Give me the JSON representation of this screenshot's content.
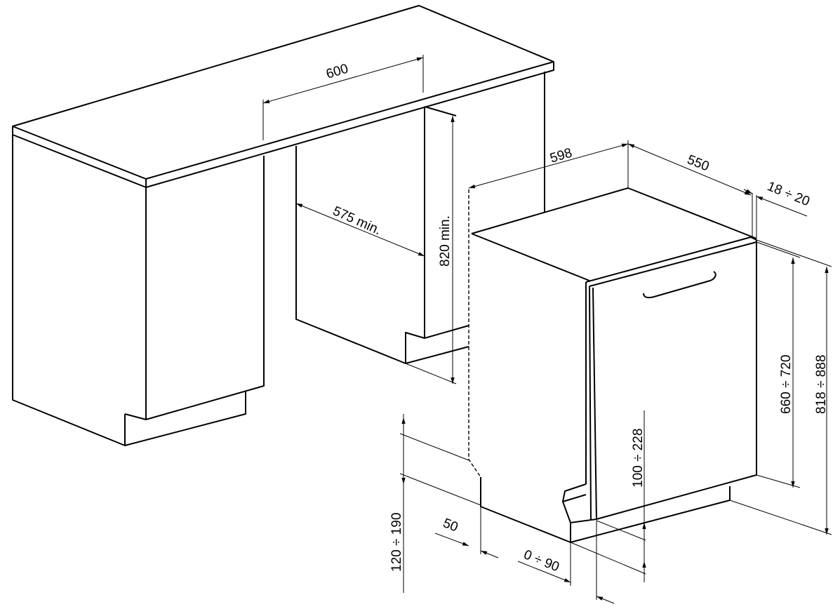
{
  "dimensions": {
    "niche_width": "600",
    "niche_depth": "575 min.",
    "niche_height": "820 min.",
    "appliance_width": "598",
    "appliance_depth": "550",
    "door_thickness": "18 ÷ 20",
    "door_height": "660 ÷ 720",
    "appliance_height": "818 ÷ 888",
    "plinth_height": "100 ÷ 228",
    "plinth_range": "120 ÷ 190",
    "plinth_setback": "50",
    "door_offset": "0 ÷ 90"
  }
}
